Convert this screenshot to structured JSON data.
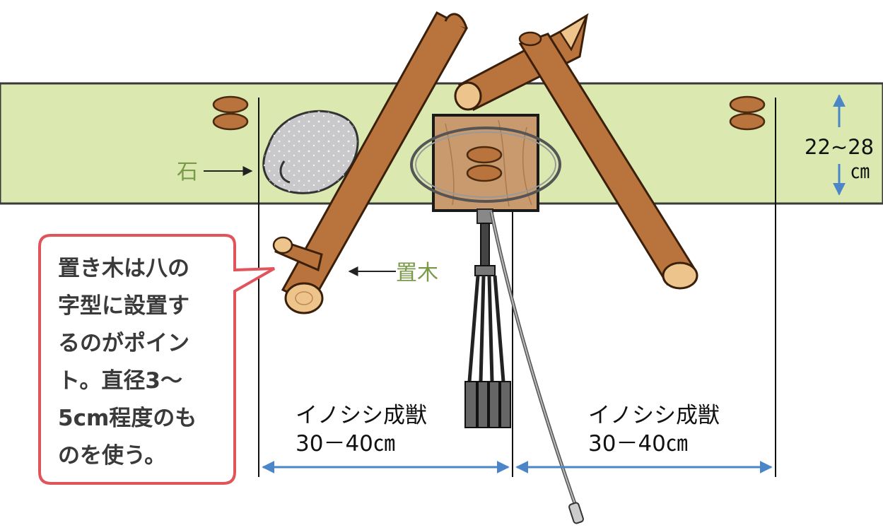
{
  "labels": {
    "stone": "石",
    "placed_wood": "置木",
    "height": "22~28",
    "height_unit": "㎝",
    "left_span_title": "イノシシ成獣",
    "left_span_value": "30－40㎝",
    "right_span_title": "イノシシ成獣",
    "right_span_value": "30－40㎝"
  },
  "callout": {
    "lines": [
      "置き木は八の",
      "字型に設置す",
      "るのがポイン",
      "ト。直径3～",
      "5cm程度のも",
      "のを使う。"
    ]
  },
  "colors": {
    "ground": "#dbe8b0",
    "wood": "#b9733c",
    "wood_end": "#ecc48c",
    "stone": "#c9c9cc",
    "arrow": "#4a86c8",
    "callout_border": "#e0555b",
    "board": "#c99a6e"
  }
}
